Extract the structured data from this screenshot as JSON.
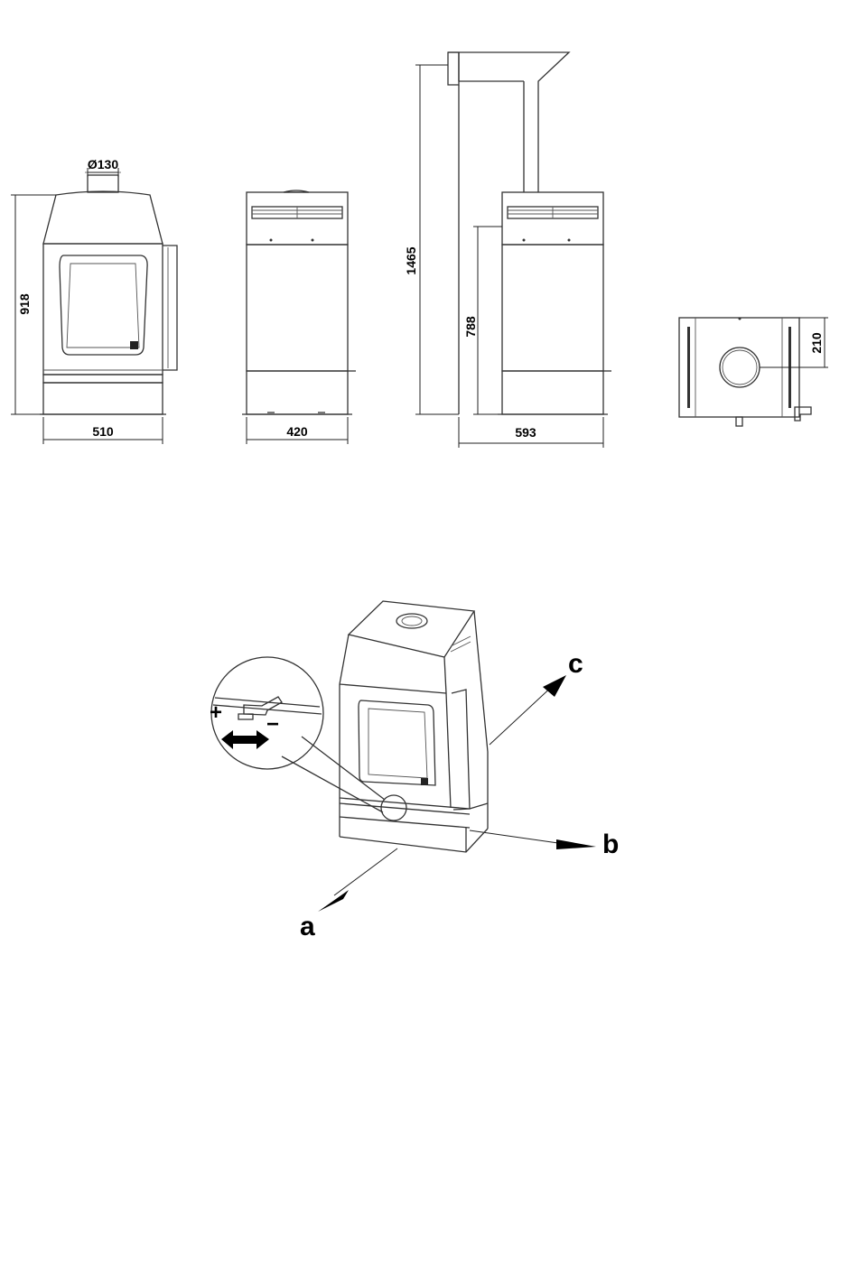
{
  "dimensions": {
    "front_view": {
      "flue_diameter": "Ø130",
      "height": "918",
      "width": "510"
    },
    "side_view": {
      "depth": "420"
    },
    "side_view_with_flue": {
      "total_height": "1465",
      "outlet_height": "788",
      "depth": "593"
    },
    "top_view": {
      "offset": "210"
    }
  },
  "isometric": {
    "axis_labels": {
      "a": "a",
      "b": "b",
      "c": "c"
    },
    "detail": {
      "plus": "+",
      "minus": "−"
    }
  },
  "colors": {
    "line": "#333333",
    "background": "#ffffff",
    "text": "#000000"
  },
  "icons": [
    "double-arrow-icon",
    "arrow-icon"
  ]
}
